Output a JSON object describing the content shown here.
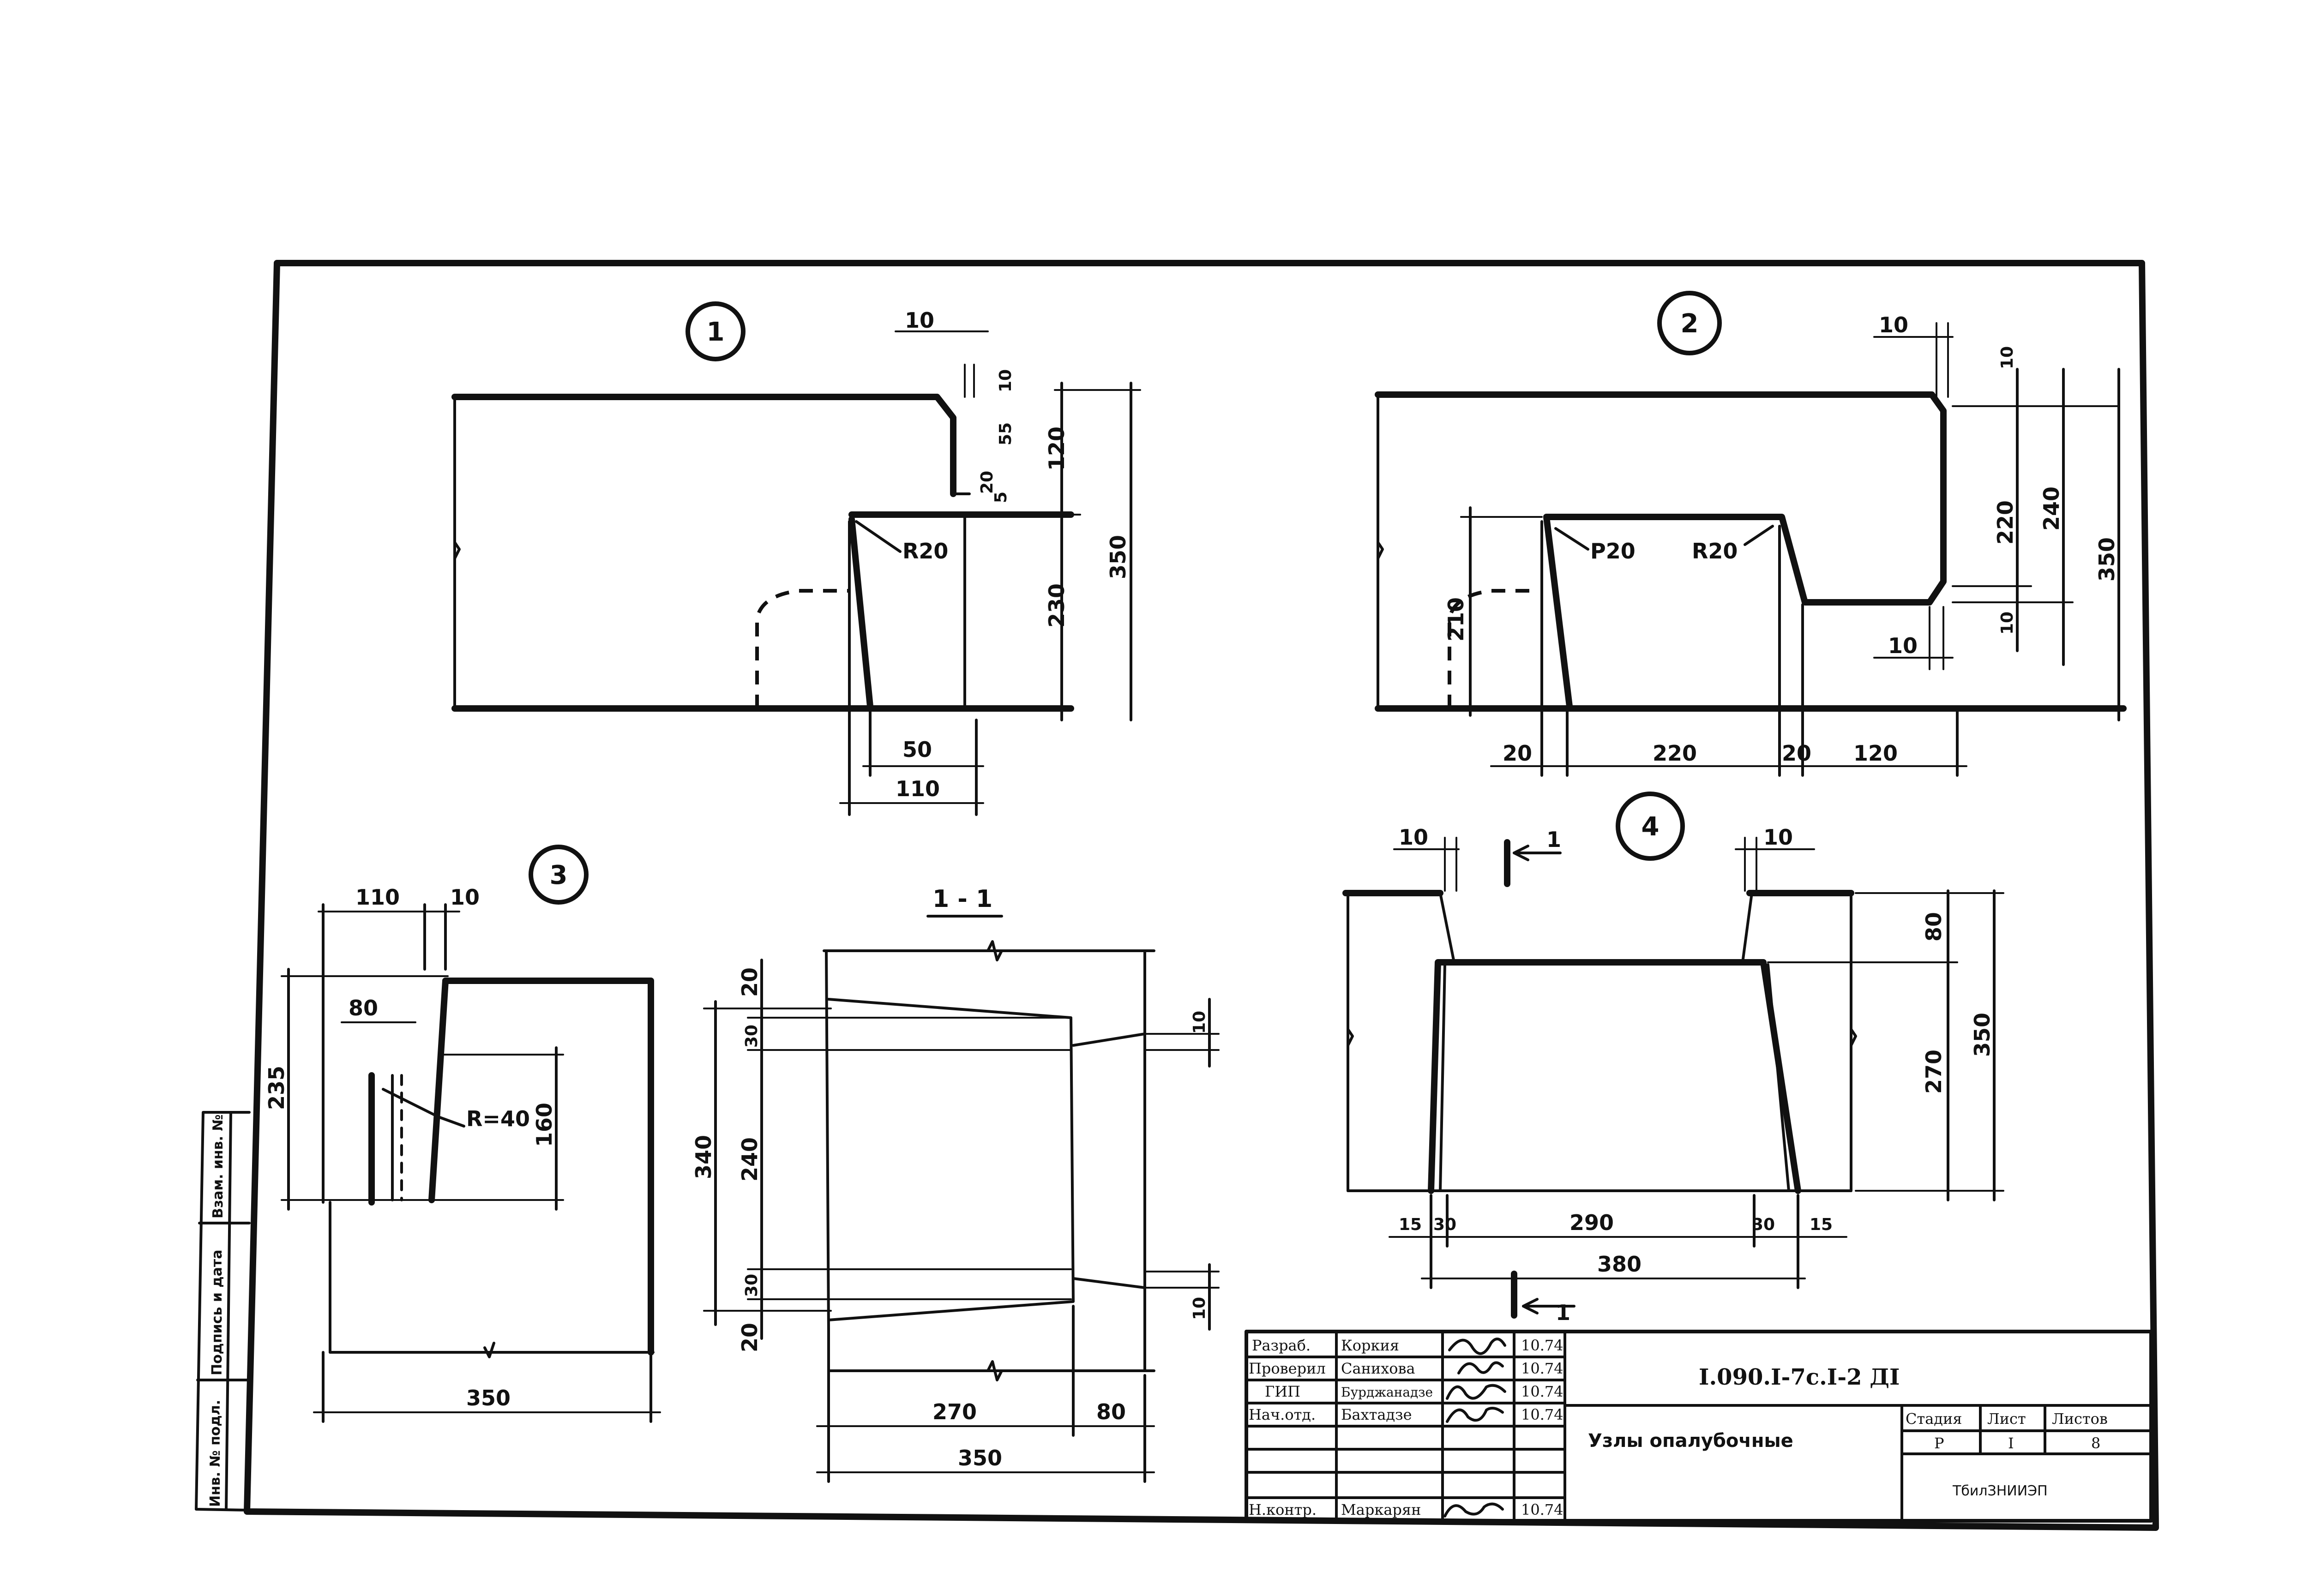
{
  "nodes": [
    {
      "number": "1"
    },
    {
      "number": "2"
    },
    {
      "number": "3"
    },
    {
      "number": "4"
    }
  ],
  "section_label": "1 - 1",
  "section_mark": "1",
  "node1": {
    "dims": {
      "d10_top": "10",
      "d10_right": "10",
      "d55": "55",
      "d20": "20",
      "d5": "5",
      "d120": "120",
      "d230": "230",
      "d350": "350",
      "d50": "50",
      "d110": "110"
    },
    "radius": "R20"
  },
  "node2": {
    "dims": {
      "d10_a": "10",
      "d10_b": "10",
      "d220v": "220",
      "d240": "240",
      "d350": "350",
      "d10_c": "10",
      "d10_d": "10",
      "d210": "210",
      "d20_l": "20",
      "d220h": "220",
      "d20_r": "20",
      "d120": "120"
    },
    "radius_left": "P20",
    "radius_right": "R20"
  },
  "node3": {
    "dims": {
      "d110": "110",
      "d10": "10",
      "d80": "80",
      "d235": "235",
      "d160": "160",
      "d350": "350"
    },
    "radius": "R=40"
  },
  "section": {
    "dims": {
      "d20_top": "20",
      "d30_top": "30",
      "d340": "340",
      "d240": "240",
      "d30_bot": "30",
      "d20_bot": "20",
      "d10_top": "10",
      "d10_bot": "10",
      "d270": "270",
      "d80": "80",
      "d350": "350"
    }
  },
  "node4": {
    "dims": {
      "d10_l": "10",
      "d10_r": "10",
      "d80": "80",
      "d270": "270",
      "d350": "350",
      "d15_l": "15",
      "d30_l": "30",
      "d290": "290",
      "d30_r": "30",
      "d15_r": "15",
      "d380": "380"
    }
  },
  "side_stamp": [
    "Взам. инв. №",
    "Подпись и дата",
    "Инв. № подл."
  ],
  "title_block": {
    "rows": [
      {
        "role": "Разраб.",
        "name": "Коркия",
        "date": "10.74"
      },
      {
        "role": "Проверил",
        "name": "Санихова",
        "date": "10.74"
      },
      {
        "role": "ГИП",
        "name": "Бурджанадзе",
        "date": "10.74"
      },
      {
        "role": "Нач.отд.",
        "name": "Бахтадзе",
        "date": "10.74"
      },
      {
        "role": "Н.контр.",
        "name": "Маркарян",
        "date": "10.74"
      }
    ],
    "doc_code": "I.090.I-7c.I-2 ДI",
    "title": "Узлы опалубочные",
    "stage_header": "Стадия",
    "sheet_header": "Лист",
    "sheets_header": "Листов",
    "stage": "Р",
    "sheet": "I",
    "sheets": "8",
    "organization": "ТбилЗНИИЭП"
  }
}
